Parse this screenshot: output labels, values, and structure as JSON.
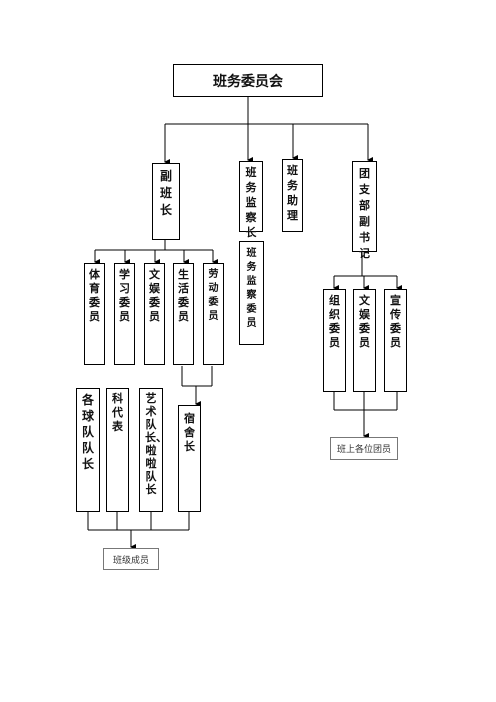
{
  "title": "班务委员会",
  "level1": {
    "vice_monitor": "副班长",
    "supervisor_chief": "班务监察长",
    "assistant": "班务助理",
    "league_secretary": "团支部副书记"
  },
  "supervisor_member": "班务监察委员",
  "committee": {
    "sports": "体育委员",
    "study": "学习委员",
    "culture": "文娱委员",
    "life": "生活委员",
    "labor": "劳动委员"
  },
  "sub": {
    "team_captain": "各球队队长",
    "subject_rep": "科代表",
    "art_captain": "艺术队长、啦啦队长",
    "dorm_head": "宿舍长"
  },
  "league": {
    "organize": "组织委员",
    "culture": "文娱委员",
    "publicity": "宣传委员"
  },
  "class_members": "班级成员",
  "league_members": "班上各位团员"
}
